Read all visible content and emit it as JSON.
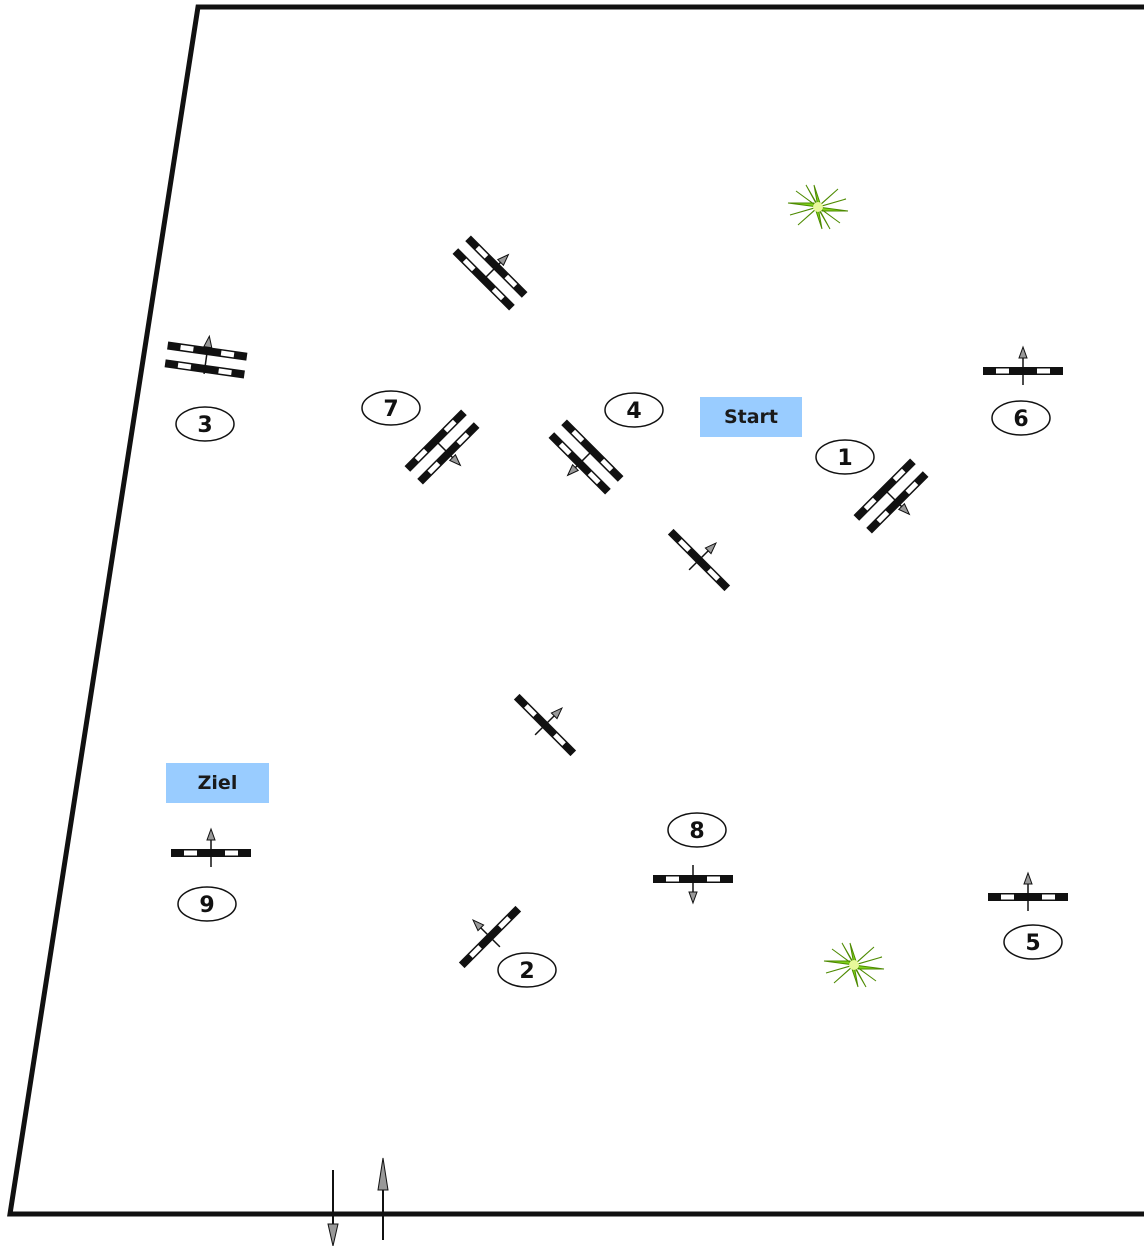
{
  "labels": {
    "start": "Start",
    "finish": "Ziel"
  },
  "jump_numbers": [
    "1",
    "2",
    "3",
    "4",
    "5",
    "6",
    "7",
    "8",
    "9"
  ],
  "colors": {
    "arena_border": "#111111",
    "label_box": "#99ccff",
    "rail_dark": "#111111",
    "rail_light": "#ffffff",
    "arrow_fill": "#888888",
    "plant": "#7fd31a"
  },
  "icons": [
    "jump-icon",
    "direction-arrow-icon",
    "plant-icon",
    "entrance-arrow-icon"
  ]
}
